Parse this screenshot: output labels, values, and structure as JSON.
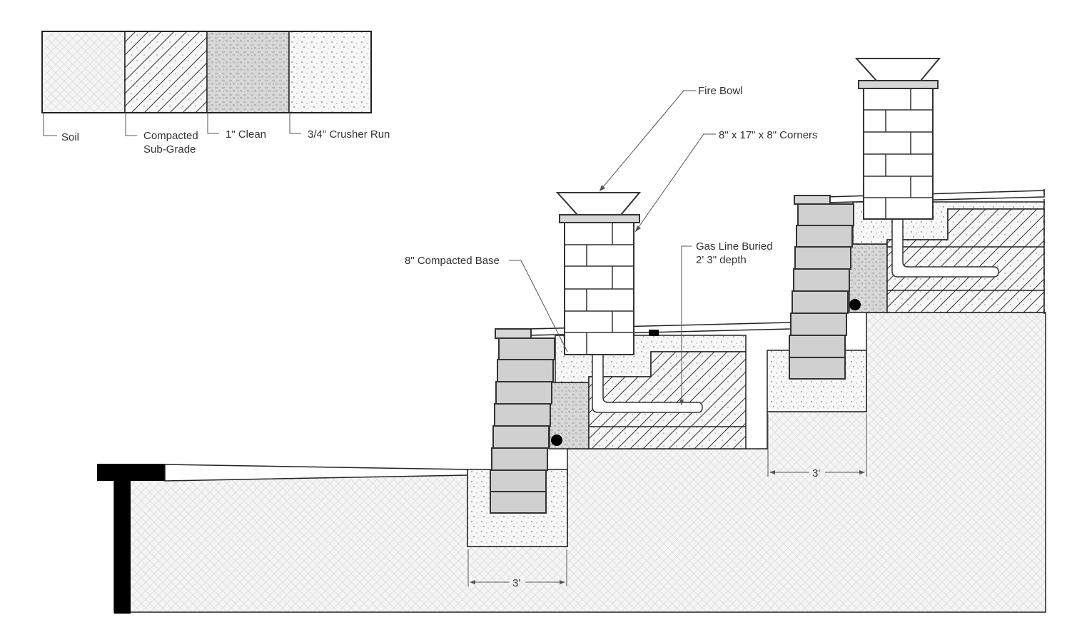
{
  "legend": {
    "items": [
      {
        "label": "Soil"
      },
      {
        "label": "Compacted",
        "label2": "Sub-Grade"
      },
      {
        "label": "1\" Clean"
      },
      {
        "label": "3/4\" Crusher Run"
      }
    ]
  },
  "annotations": {
    "fire_bowl": "Fire Bowl",
    "corners": "8\" x 17\" x 8\" Corners",
    "compacted_base": "8\" Compacted Base",
    "gas_line_1": "Gas Line Buried",
    "gas_line_2": "2' 3\" depth"
  },
  "dimensions": {
    "lower_footing_width": "3'",
    "upper_footing_width": "3'"
  }
}
